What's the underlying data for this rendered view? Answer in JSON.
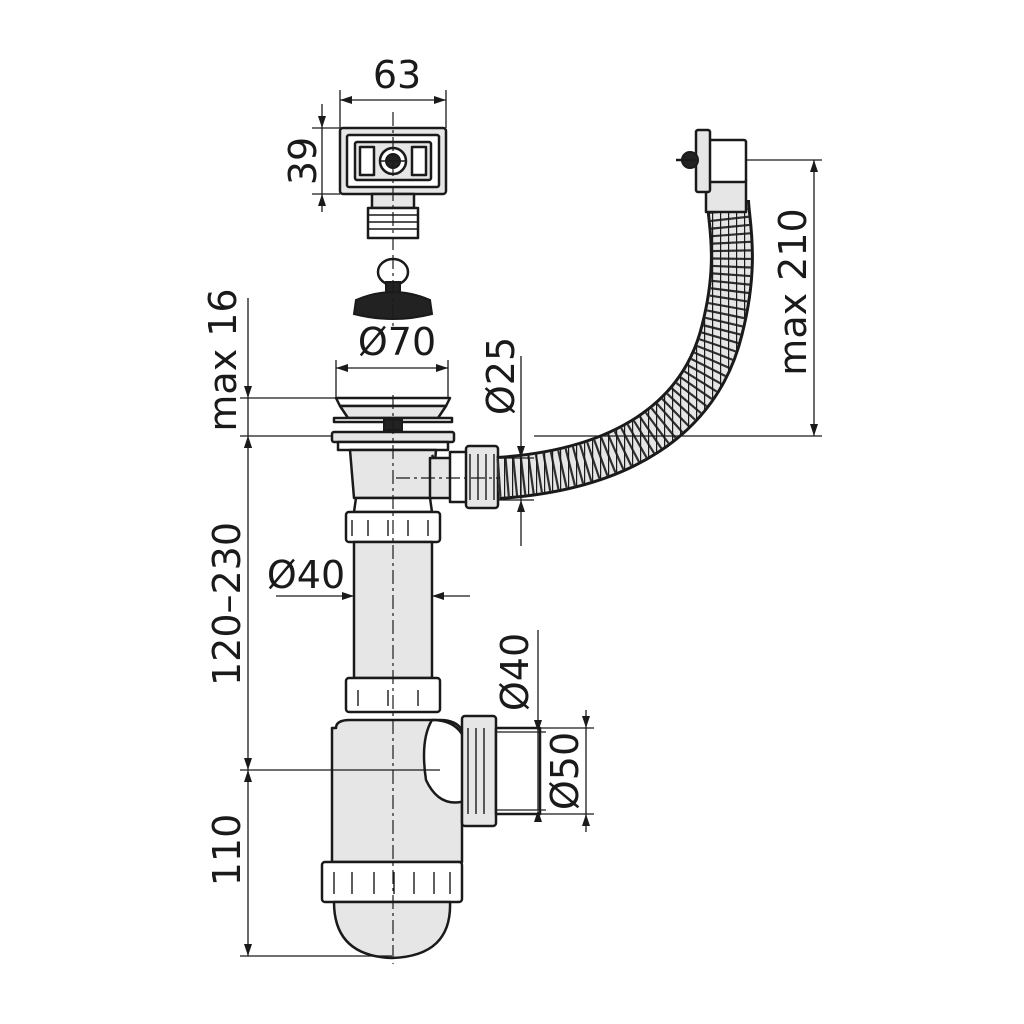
{
  "dimensions": {
    "overflow_width": "63",
    "overflow_height": "39",
    "max_plug": "max 16",
    "strainer_dia": "Ø70",
    "hose_dia": "Ø25",
    "max_hose": "max 210",
    "pipe_dia": "Ø40",
    "height_range": "120–230",
    "outlet_inner": "Ø40",
    "outlet_outer": "Ø50",
    "trap_depth": "110"
  },
  "colors": {
    "line": "#1a1a1a",
    "fill": "#e6e6e6"
  }
}
